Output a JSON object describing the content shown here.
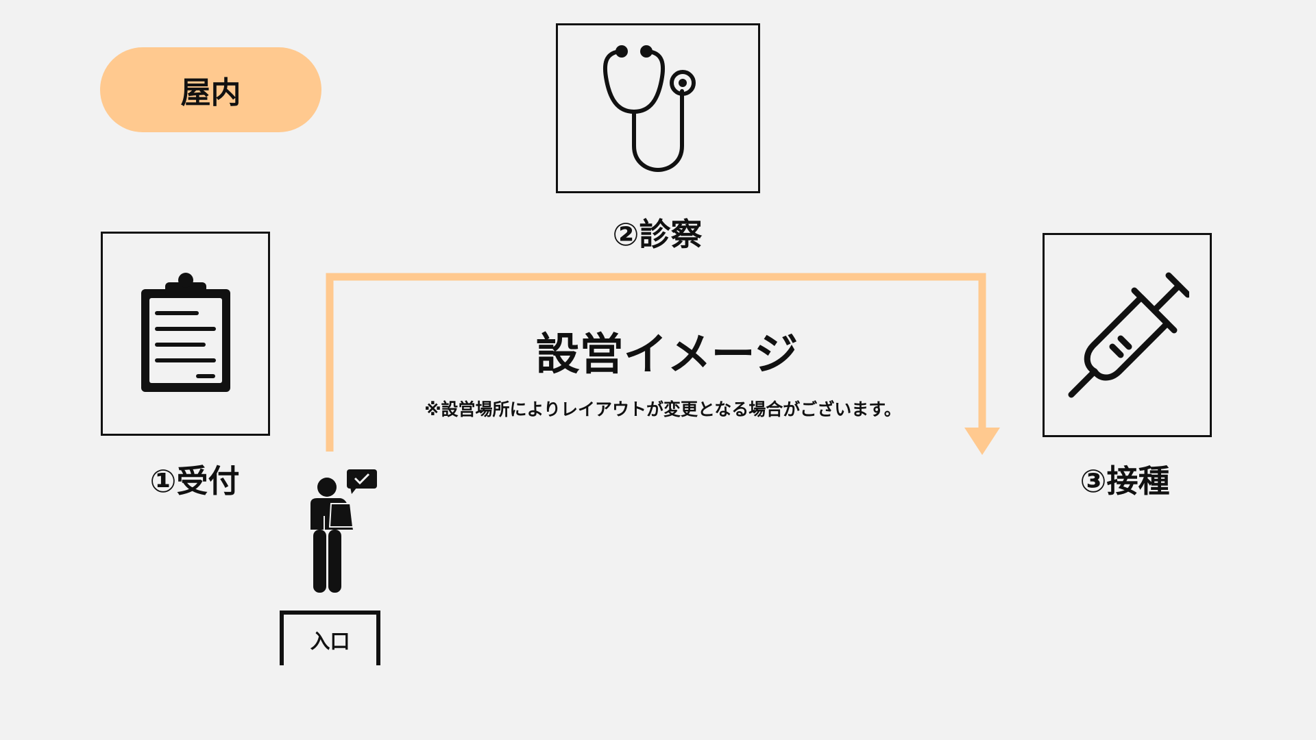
{
  "badge": {
    "label": "屋内"
  },
  "steps": [
    {
      "label": "①受付",
      "icon": "clipboard-icon"
    },
    {
      "label": "②診察",
      "icon": "stethoscope-icon"
    },
    {
      "label": "③接種",
      "icon": "syringe-icon"
    }
  ],
  "title": "設営イメージ",
  "note": "※設営場所によりレイアウトが変更となる場合がございます。",
  "entrance": {
    "label": "入口"
  },
  "colors": {
    "accent": "#ffc98f",
    "background": "#f2f2f2",
    "ink": "#111111"
  }
}
